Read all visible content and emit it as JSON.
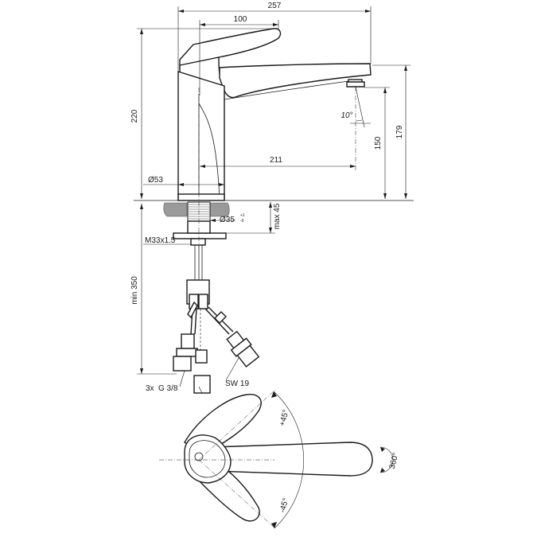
{
  "dimensions": {
    "overall_length": "257",
    "lever_length": "100",
    "height": "220",
    "outlet_height": "179",
    "spout_clearance": "150",
    "spout_reach": "211",
    "base_diameter": "Ø53",
    "hole_diameter": "Ø35",
    "hole_tolerance_top": "+1",
    "hole_tolerance_bottom": "-0",
    "max_deck_thickness": "max 45",
    "thread": "M33x1.5",
    "min_hose_length": "min 350",
    "spout_angle": "10°",
    "connection_count": "3x",
    "connection_thread": "G 3/8",
    "wrench_size": "SW 19",
    "lever_angle_plus": "+45°",
    "lever_angle_minus": "-45°",
    "swivel_angle": "360°"
  }
}
